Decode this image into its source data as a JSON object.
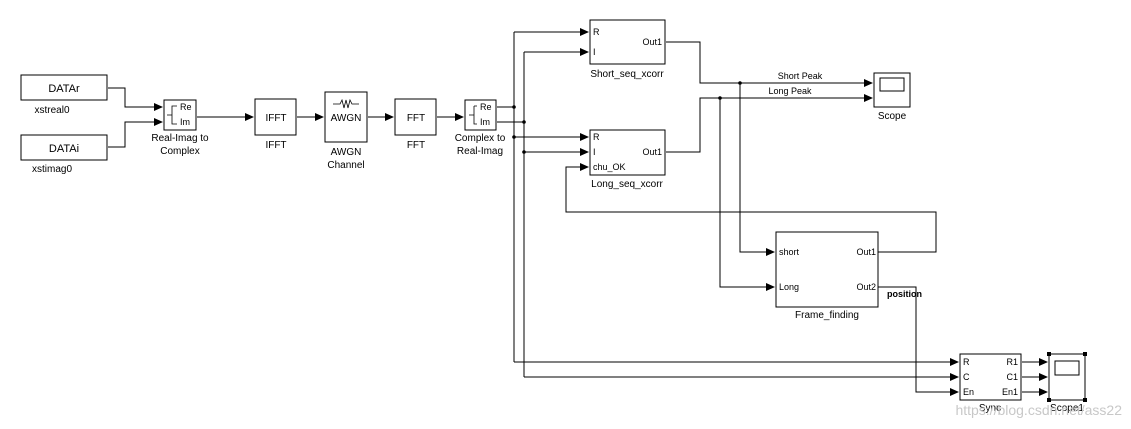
{
  "blocks": {
    "datar": {
      "label": "DATAr",
      "caption": "xstreal0"
    },
    "datai": {
      "label": "DATAi",
      "caption": "xstimag0"
    },
    "ri2c": {
      "port_re": "Re",
      "port_im": "Im",
      "caption_line1": "Real-Imag to",
      "caption_line2": "Complex"
    },
    "ifft": {
      "label": "IFFT",
      "caption": "IFFT"
    },
    "awgn": {
      "label": "AWGN",
      "caption_line1": "AWGN",
      "caption_line2": "Channel"
    },
    "fft": {
      "label": "FFT",
      "caption": "FFT"
    },
    "c2ri": {
      "port_re": "Re",
      "port_im": "Im",
      "caption_line1": "Complex to",
      "caption_line2": "Real-Imag"
    },
    "short_xcorr": {
      "in_r": "R",
      "in_i": "I",
      "out": "Out1",
      "caption": "Short_seq_xcorr"
    },
    "long_xcorr": {
      "in_r": "R",
      "in_i": "I",
      "in_chu": "chu_OK",
      "out": "Out1",
      "caption": "Long_seq_xcorr"
    },
    "scope": {
      "caption": "Scope"
    },
    "frame": {
      "in_short": "short",
      "in_long": "Long",
      "out1": "Out1",
      "out2": "Out2",
      "caption": "Frame_finding"
    },
    "sync": {
      "in_r": "R",
      "in_c": "C",
      "in_en": "En",
      "out_r": "R1",
      "out_c": "C1",
      "out_en": "En1",
      "caption": "Sync"
    },
    "scope1": {
      "caption": "Scope1"
    }
  },
  "signals": {
    "short_peak": "Short Peak",
    "long_peak": "Long Peak",
    "position": "position"
  },
  "watermark": "https://blog.csdn.net/ass22"
}
